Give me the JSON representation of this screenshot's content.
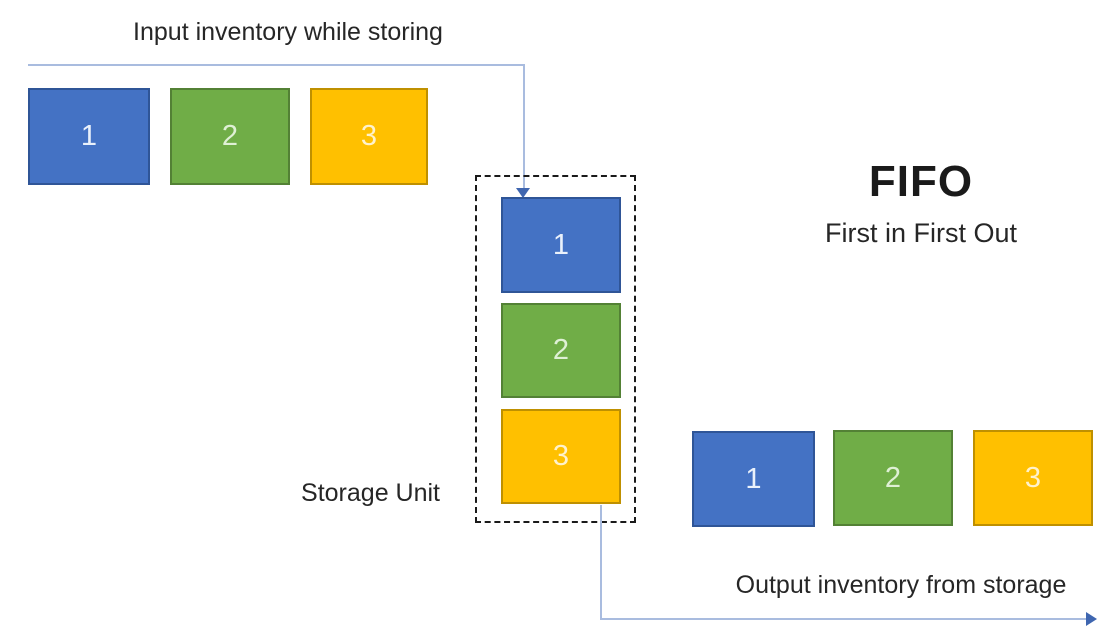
{
  "diagram_title": {
    "main": "FIFO",
    "subtitle": "First in First Out"
  },
  "annotations": {
    "input_flow": "Input inventory while storing",
    "output_flow": "Output inventory from storage",
    "storage_label": "Storage Unit"
  },
  "colors": {
    "item_blue": "#4472C4",
    "item_blue_border": "#2F5597",
    "item_green": "#70AD47",
    "item_green_border": "#538135",
    "item_yellow": "#FFC000",
    "item_yellow_border": "#BF9000",
    "connector_line": "#A9BCDF",
    "connector_arrow": "#3F66B0",
    "storage_border": "#1A1A1A",
    "text": "#262626"
  },
  "input_row": [
    {
      "label": "1",
      "fill": "#4472C4",
      "border": "#2F5597",
      "label_color": "#EAF1FB"
    },
    {
      "label": "2",
      "fill": "#70AD47",
      "border": "#538135",
      "label_color": "#DFF0D5"
    },
    {
      "label": "3",
      "fill": "#FFC000",
      "border": "#BF9000",
      "label_color": "#FFF2CC"
    }
  ],
  "storage_stack": [
    {
      "label": "1",
      "fill": "#4472C4",
      "border": "#2F5597",
      "label_color": "#EAF1FB"
    },
    {
      "label": "2",
      "fill": "#70AD47",
      "border": "#538135",
      "label_color": "#DFF0D5"
    },
    {
      "label": "3",
      "fill": "#FFC000",
      "border": "#BF9000",
      "label_color": "#FFF2CC"
    }
  ],
  "output_row": [
    {
      "label": "1",
      "fill": "#4472C4",
      "border": "#2F5597",
      "label_color": "#EAF1FB"
    },
    {
      "label": "2",
      "fill": "#70AD47",
      "border": "#538135",
      "label_color": "#DFF0D5"
    },
    {
      "label": "3",
      "fill": "#FFC000",
      "border": "#BF9000",
      "label_color": "#FFF2CC"
    }
  ]
}
